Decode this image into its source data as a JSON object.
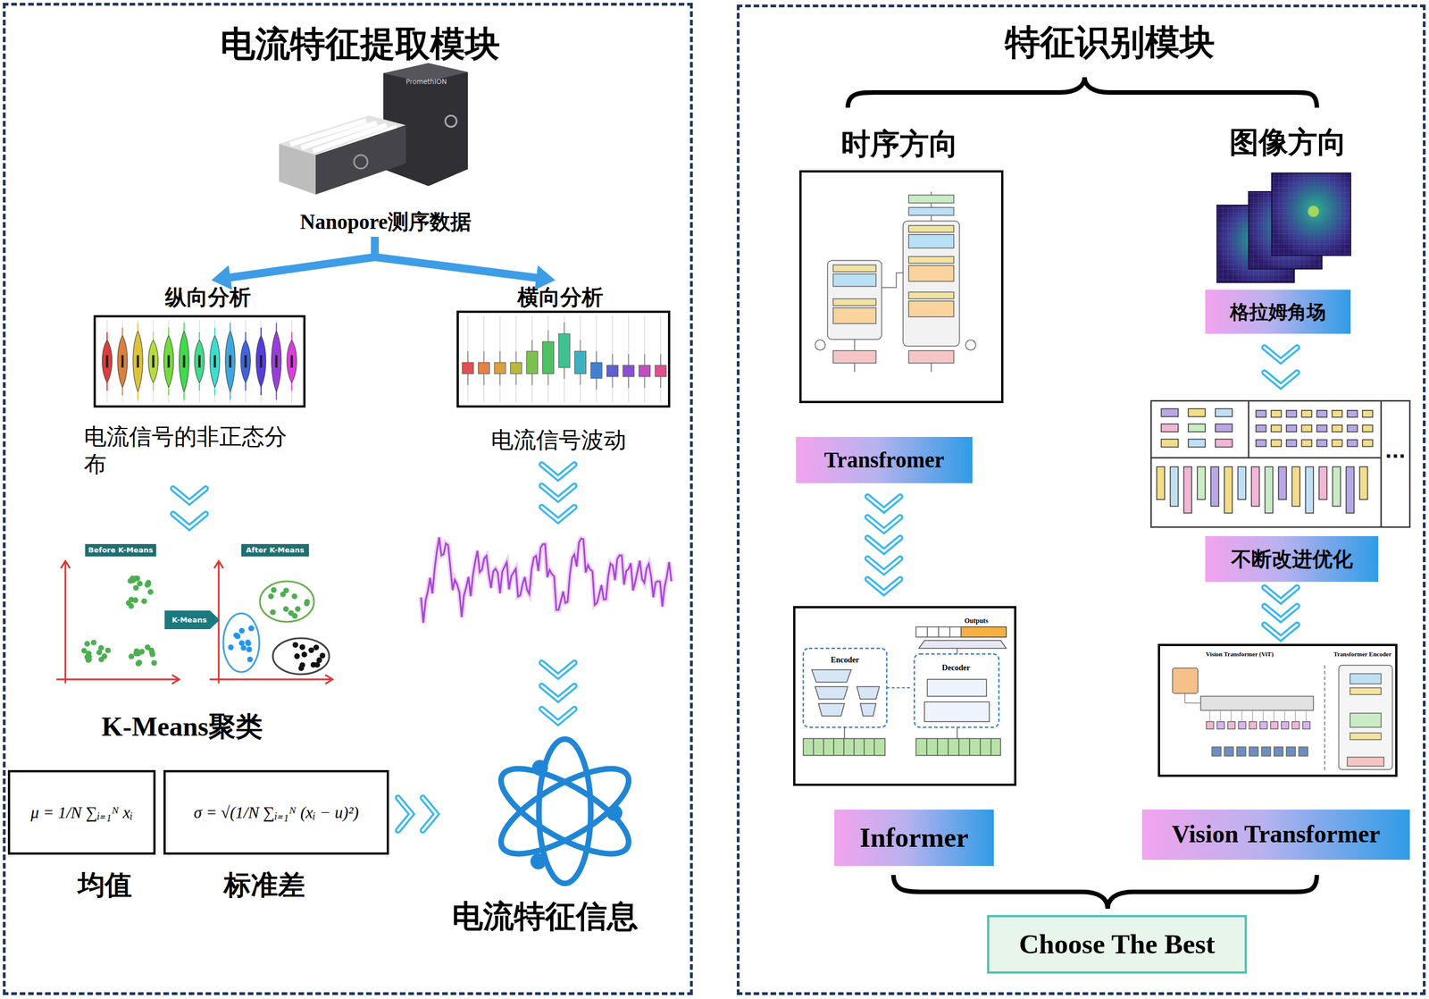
{
  "diagram": {
    "nodes": [
      {
        "text": [
          "电流特征提取模块"
        ]
      },
      {
        "text": [
          "Nanopore测序数据"
        ],
        "in": 0
      },
      {
        "text": [
          "纵向分析",
          "电流信号的非正态分布"
        ],
        "in": 0
      },
      {
        "text": [
          "横向分析",
          "电流信号波动"
        ],
        "in": 0
      },
      {
        "text": [
          "K-Means聚类"
        ],
        "in": 0
      },
      {
        "text": [
          "Before K-Means"
        ],
        "in": 4
      },
      {
        "text": [
          "K-Means"
        ],
        "in": 4
      },
      {
        "text": [
          "After K-Means"
        ],
        "in": 4
      },
      {
        "text": [
          "μ = 1/N ∑ᵢ₌₁ᴺ xᵢ",
          "均值"
        ],
        "in": 0
      },
      {
        "text": [
          "σ = √(1/N ∑ᵢ₌₁ᴺ (xᵢ − u)²)",
          "标准差"
        ],
        "in": 0
      },
      {
        "text": [
          "电流特征信息"
        ],
        "in": 0
      },
      {
        "text": [
          "特征识别模块"
        ]
      },
      {
        "text": [
          "时序方向"
        ],
        "in": 11
      },
      {
        "text": [
          "Transfromer"
        ],
        "in": 11
      },
      {
        "text": [
          "Outputs",
          "Encoder",
          "Decoder"
        ],
        "in": 11
      },
      {
        "text": [
          "Informer"
        ],
        "in": 11
      },
      {
        "text": [
          "图像方向"
        ],
        "in": 11
      },
      {
        "text": [
          "格拉姆角场"
        ],
        "in": 11
      },
      {
        "text": [
          "不断改进优化"
        ],
        "in": 11
      },
      {
        "text": [
          "Vision Transformer (ViT)",
          "Transformer Encoder"
        ],
        "in": 11
      },
      {
        "text": [
          "Vision Transformer"
        ],
        "in": 11
      },
      {
        "text": [
          "Choose The Best"
        ],
        "in": 11
      }
    ],
    "edges": [
      {
        "from": 1,
        "to": 2,
        "arrow": "to"
      },
      {
        "from": 1,
        "to": 3,
        "arrow": "to"
      },
      {
        "from": 2,
        "to": 4,
        "arrow": "to"
      },
      {
        "from": 3,
        "to": 10,
        "arrow": "to"
      },
      {
        "from": 9,
        "to": 10,
        "arrow": "to"
      },
      {
        "from": 13,
        "to": 14,
        "arrow": "to"
      },
      {
        "from": 18,
        "to": 19,
        "arrow": "to"
      }
    ],
    "labels": [
      "PromethION",
      "..."
    ]
  }
}
